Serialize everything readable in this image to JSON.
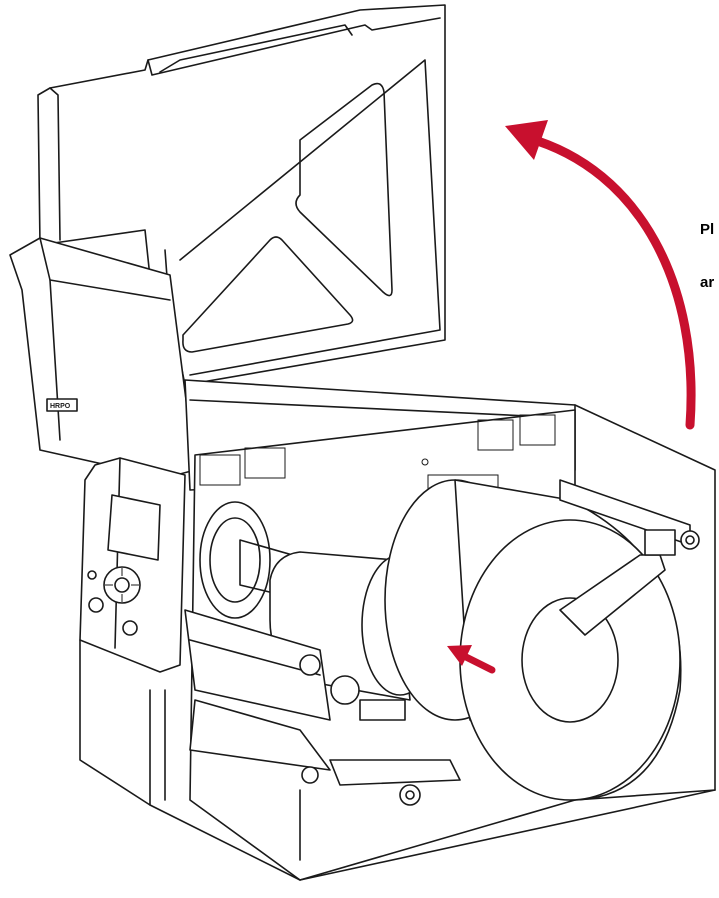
{
  "captions": [
    "Pl",
    "ar"
  ],
  "printer": {
    "brand_mark": "HRPO"
  },
  "colors": {
    "accent_arrow": "#c8102e",
    "line": "#1a1a1a"
  }
}
